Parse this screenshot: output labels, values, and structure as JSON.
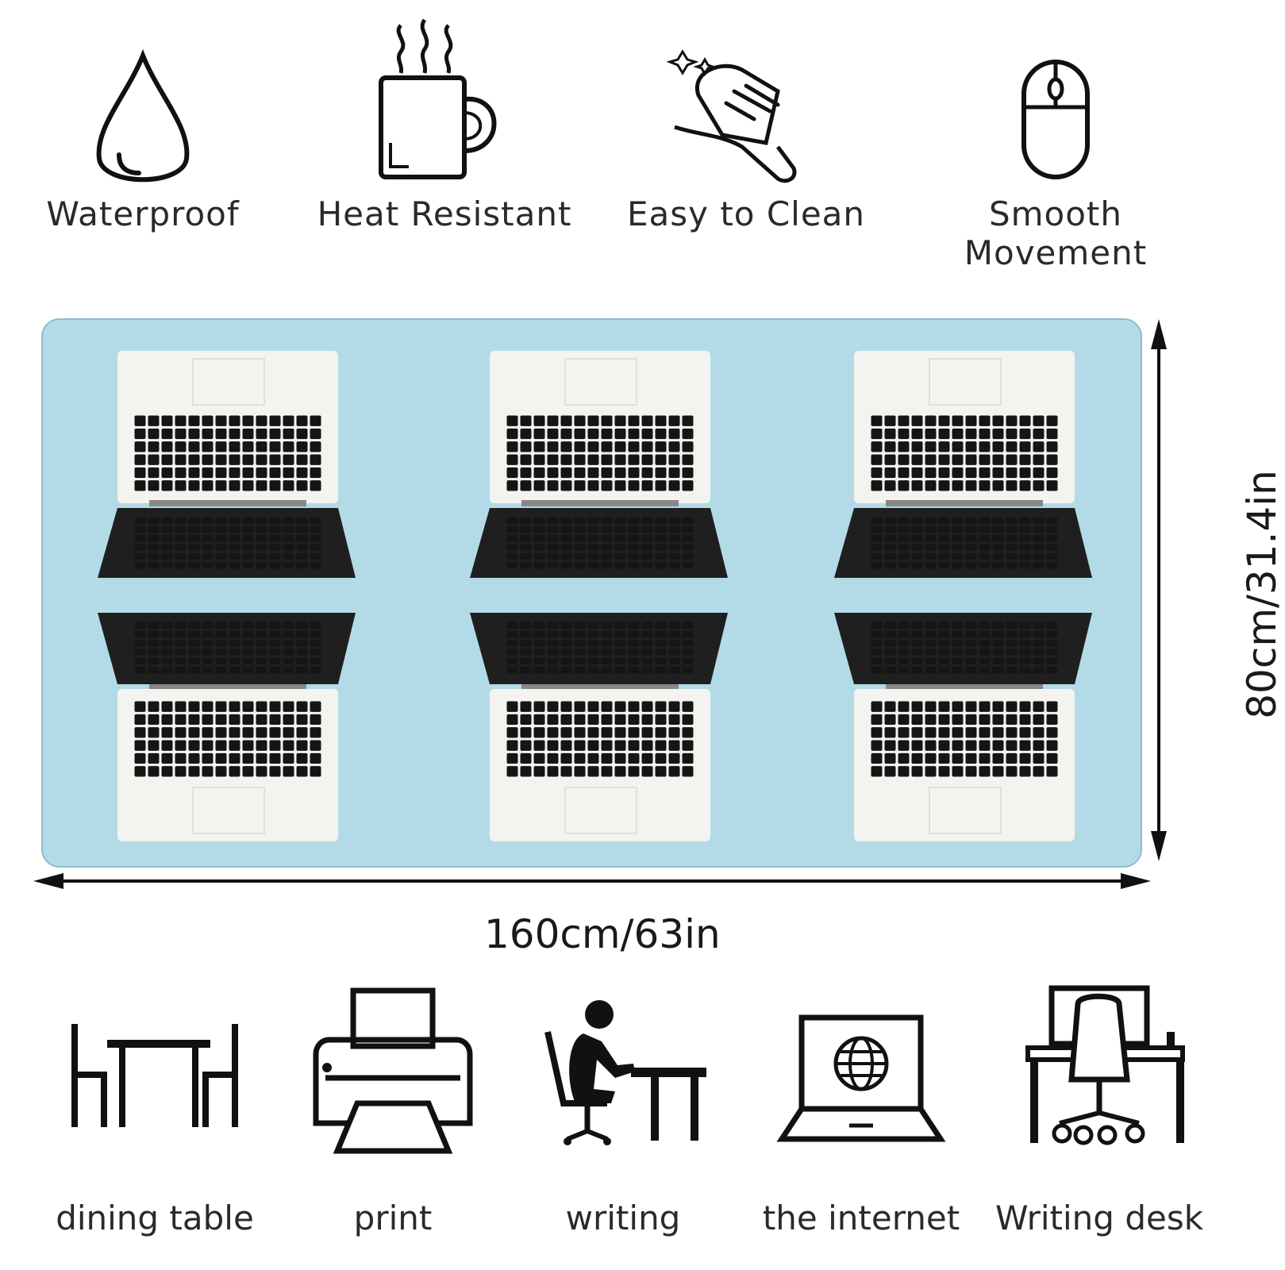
{
  "features": [
    {
      "label": "Waterproof",
      "icon": "water-drop-icon"
    },
    {
      "label": "Heat Resistant",
      "icon": "hot-mug-icon"
    },
    {
      "label": "Easy to Clean",
      "icon": "wiping-hand-icon"
    },
    {
      "label": "Smooth Movement",
      "icon": "mouse-icon"
    }
  ],
  "mat": {
    "color": "#b3dbe7",
    "width_label": "160cm/63in",
    "height_label": "80cm/31.4in"
  },
  "uses": [
    {
      "label": "dining table",
      "icon": "dining-table-icon"
    },
    {
      "label": "print",
      "icon": "printer-icon"
    },
    {
      "label": "writing",
      "icon": "writing-person-icon"
    },
    {
      "label": "the internet",
      "icon": "laptop-globe-icon"
    },
    {
      "label": "Writing desk",
      "icon": "writing-desk-icon"
    }
  ]
}
